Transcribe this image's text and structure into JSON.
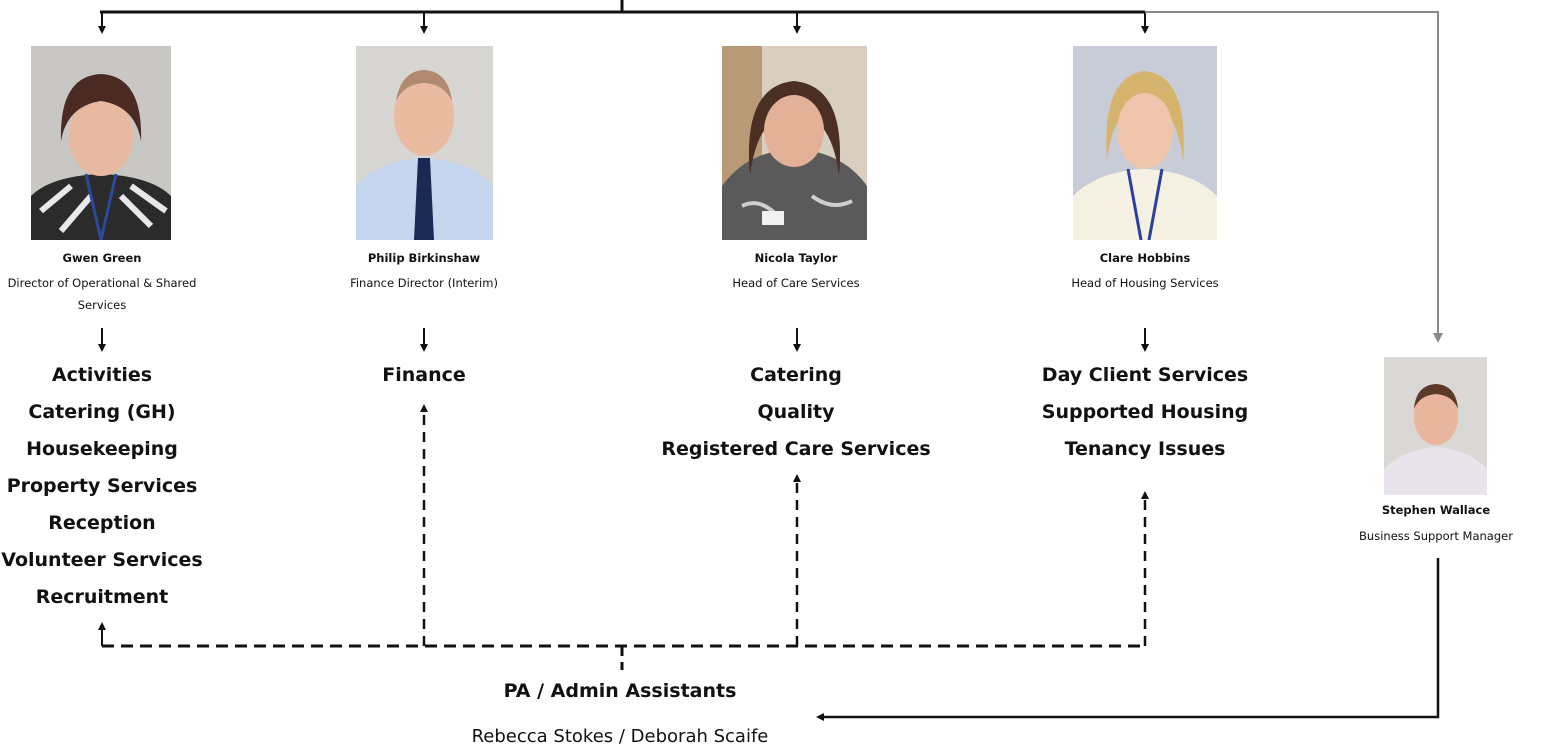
{
  "people": [
    {
      "id": "gwen",
      "name": "Gwen Green",
      "role": "Director of Operational & Shared Services",
      "areas": [
        "Activities",
        "Catering (GH)",
        "Housekeeping",
        "Property Services",
        "Reception",
        "Volunteer Services",
        "Recruitment"
      ]
    },
    {
      "id": "philip",
      "name": "Philip Birkinshaw",
      "role": "Finance Director (Interim)",
      "areas": [
        "Finance"
      ]
    },
    {
      "id": "nicola",
      "name": "Nicola Taylor",
      "role": "Head of Care Services",
      "areas": [
        "Catering",
        "Quality",
        "Registered Care Services"
      ]
    },
    {
      "id": "clare",
      "name": "Clare Hobbins",
      "role": "Head of Housing Services",
      "areas": [
        "Day Client Services",
        "Supported Housing",
        "Tenancy Issues"
      ]
    },
    {
      "id": "stephen",
      "name": "Stephen Wallace",
      "role": "Business Support Manager",
      "areas": []
    }
  ],
  "admin": {
    "title": "PA / Admin Assistants",
    "names": "Rebecca Stokes / Deborah Scaife"
  },
  "colors": {
    "line": "#111111",
    "grey_line": "#8a8a8a",
    "photo_bg": "#d9d8d6"
  }
}
